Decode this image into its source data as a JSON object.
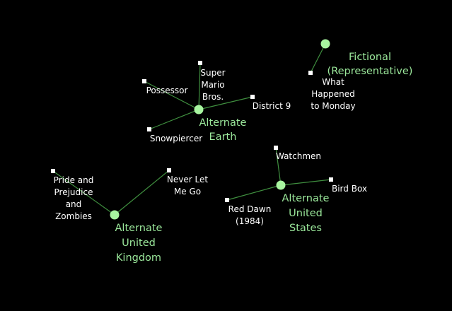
{
  "colors": {
    "background": "#000000",
    "hub_fill": "#a8f5a0",
    "edge": "#3f8f3f",
    "hub_text": "#9be89b",
    "leaf_fill": "#ffffff",
    "leaf_text": "#ffffff"
  },
  "clusters": [
    {
      "id": "fictional",
      "label": [
        "Fictional",
        "(Representative)"
      ],
      "leaves": [
        {
          "id": "what-happened",
          "label": [
            "What",
            "Happened",
            "to Monday"
          ]
        }
      ]
    },
    {
      "id": "earth",
      "label": [
        "Alternate",
        "Earth"
      ],
      "leaves": [
        {
          "id": "super-mario",
          "label": [
            "Super",
            "Mario",
            "Bros."
          ]
        },
        {
          "id": "possessor",
          "label": [
            "Possessor"
          ]
        },
        {
          "id": "district-9",
          "label": [
            "District 9"
          ]
        },
        {
          "id": "snowpiercer",
          "label": [
            "Snowpiercer"
          ]
        }
      ]
    },
    {
      "id": "us",
      "label": [
        "Alternate",
        "United",
        "States"
      ],
      "leaves": [
        {
          "id": "watchmen",
          "label": [
            "Watchmen"
          ]
        },
        {
          "id": "bird-box",
          "label": [
            "Bird Box"
          ]
        },
        {
          "id": "red-dawn",
          "label": [
            "Red Dawn",
            "(1984)"
          ]
        }
      ]
    },
    {
      "id": "uk",
      "label": [
        "Alternate",
        "United",
        "Kingdom"
      ],
      "leaves": [
        {
          "id": "pride-prejudice",
          "label": [
            "Pride and",
            "Prejudice",
            "and",
            "Zombies"
          ]
        },
        {
          "id": "never-let-me-go",
          "label": [
            "Never Let",
            "Me Go"
          ]
        }
      ]
    }
  ]
}
